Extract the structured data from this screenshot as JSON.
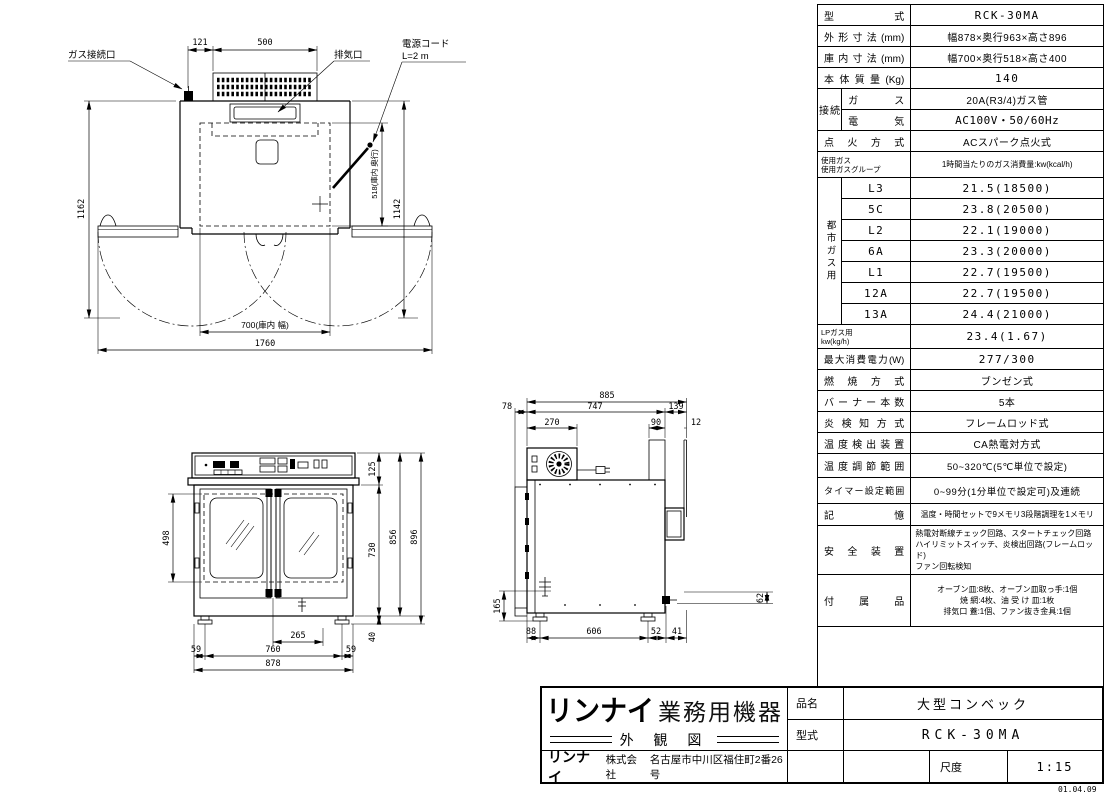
{
  "spec": {
    "model_label": "型式",
    "model_value": "RCK-30MA",
    "outer_label": "外形寸法(mm)",
    "outer_value": "幅878×奥行963×高さ896",
    "inner_label": "庫内寸法(mm)",
    "inner_value": "幅700×奥行518×高さ400",
    "weight_label": "本体質量(Kg)",
    "weight_value": "140",
    "connect_label": "接続",
    "connect_gas_label": "ガス",
    "connect_gas_value": "20A(R3/4)ガス管",
    "connect_elec_label": "電気",
    "connect_elec_value": "AC100V・50/60Hz",
    "ignition_label": "点火方式",
    "ignition_value": "ACスパーク点火式",
    "gas_use_label_line1": "使用ガス",
    "gas_use_label_line2": "使用ガスグループ",
    "gas_use_header": "1時間当たりのガス消費量:kw(kcal/h)",
    "city_gas_label": "都市ガス用",
    "gas_rows": [
      {
        "type": "L3",
        "value": "21.5(18500)"
      },
      {
        "type": "5C",
        "value": "23.8(20500)"
      },
      {
        "type": "L2",
        "value": "22.1(19000)"
      },
      {
        "type": "6A",
        "value": "23.3(20000)"
      },
      {
        "type": "L1",
        "value": "22.7(19500)"
      },
      {
        "type": "12A",
        "value": "22.7(19500)"
      },
      {
        "type": "13A",
        "value": "24.4(21000)"
      }
    ],
    "lp_label_line1": "LPガス用",
    "lp_label_line2": "kw(kg/h)",
    "lp_value": "23.4(1.67)",
    "power_label": "最大消費電力(W)",
    "power_value": "277/300",
    "combustion_label": "燃焼方式",
    "combustion_value": "ブンゼン式",
    "burner_label": "バーナー本数",
    "burner_value": "5本",
    "flame_label": "炎検知方式",
    "flame_value": "フレームロッド式",
    "temp_sensor_label": "温度検出装置",
    "temp_sensor_value": "CA熱電対方式",
    "temp_range_label": "温度調節範囲",
    "temp_range_value": "50~320℃(5℃単位で設定)",
    "timer_label": "タイマー設定範囲",
    "timer_value": "0~99分(1分単位で設定可)及連続",
    "memory_label": "記憶",
    "memory_value": "温度・時間セットで9メモリ3段階調理を1メモリ",
    "safety_label": "安全装置",
    "safety_lines": [
      "熱電対断線チェック回路、スタートチェック回路",
      "ハイリミットスイッチ、炎検出回路(フレームロッド)",
      "ファン回転検知"
    ],
    "accessory_label": "付属品",
    "accessory_lines": [
      "オーブン皿:8枚、オーブン皿取っ手:1個",
      "焼 網:4枚、油 受 け 皿:1枚",
      "排気口 蓋:1個、ファン抜き金具:1個"
    ]
  },
  "title_block": {
    "brand": "リンナイ",
    "brand_suffix": "業務用機器",
    "drawing_title": "外 観 図",
    "company_brand": "リンナイ",
    "company_suffix": "株式会社",
    "address": "名古屋市中川区福住町2番26号",
    "item_label": "品名",
    "item_value": "大型コンベック",
    "model_label": "型式",
    "model_value": "RCK-30MA",
    "scale_label": "尺度",
    "scale_value": "1:15",
    "date": "01.04.09"
  },
  "views": {
    "top": {
      "gas_port_label": "ガス接続口",
      "exhaust_label": "排気口",
      "cord_label_line1": "電源コード",
      "cord_label_line2": "L=2 m",
      "dims": {
        "w121": "121",
        "w500": "500",
        "h1162": "1162",
        "h518": "518(庫内 奥行)",
        "h1142": "1142",
        "w700": "700(庫内 幅)",
        "w1760": "1760"
      }
    },
    "front": {
      "dims": {
        "h125": "125",
        "h730": "730",
        "h856": "856",
        "h896": "896",
        "h498": "498",
        "w265": "265",
        "w760": "760",
        "w59l": "59",
        "w59r": "59",
        "w878": "878",
        "h40": "40"
      }
    },
    "side": {
      "dims": {
        "w885": "885",
        "w78": "78",
        "w747": "747",
        "w139": "139",
        "w270": "270",
        "w90": "90",
        "w12": "12",
        "h165": "165",
        "h62": "62",
        "w88": "88",
        "w606": "606",
        "w52": "52",
        "w41": "41"
      }
    }
  }
}
